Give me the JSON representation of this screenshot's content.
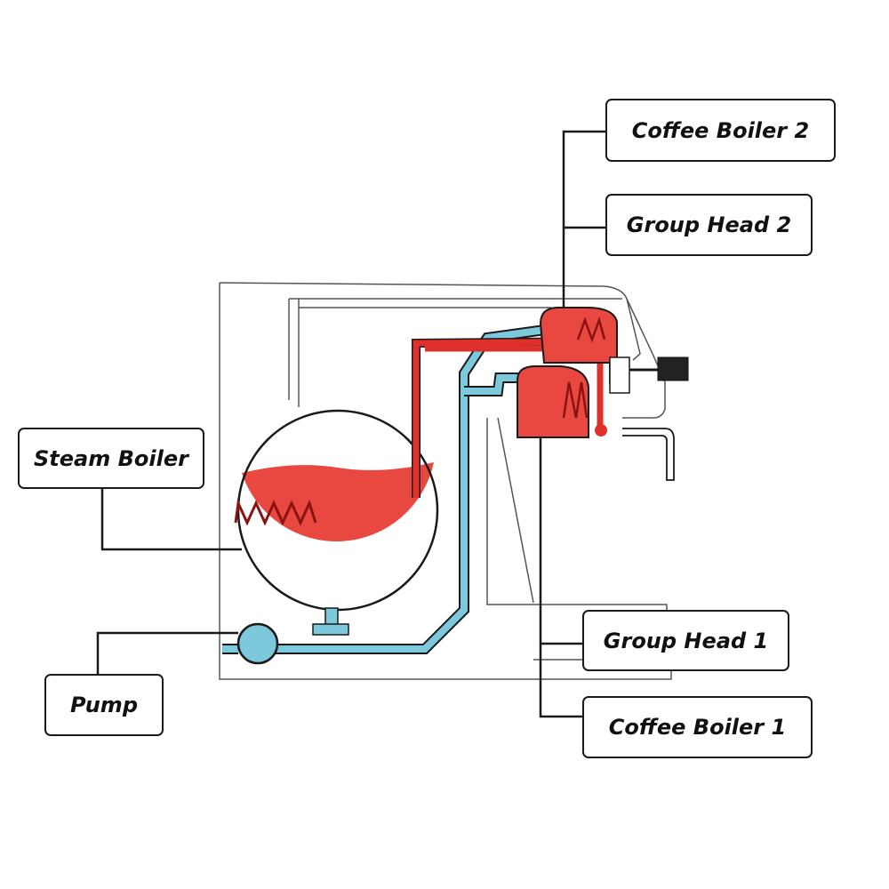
{
  "labels": {
    "coffee_boiler_2": "Coffee Boiler 2",
    "group_head_2": "Group Head 2",
    "steam_boiler": "Steam Boiler",
    "pump": "Pump",
    "group_head_1": "Group Head 1",
    "coffee_boiler_1": "Coffee Boiler 1"
  },
  "colors": {
    "hot_water": "#e8483f",
    "hot_water_pipe": "#e0302c",
    "cold_water": "#7cc9dc",
    "outline": "#1a1a1a",
    "frame": "#444444"
  }
}
